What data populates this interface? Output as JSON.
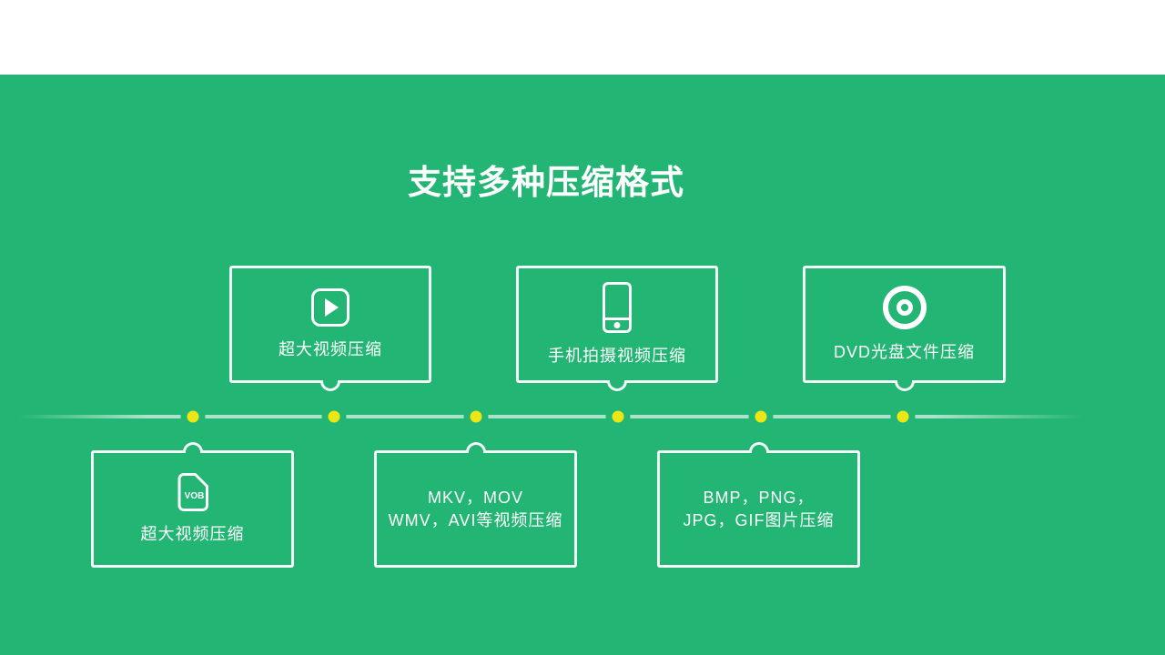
{
  "slide": {
    "title": "支持多种压缩格式"
  },
  "colors": {
    "background_green": "#22b573",
    "top_strip_white": "#ffffff",
    "box_border_white": "rgba(255,255,255,0.95)",
    "timeline_line": "rgba(255,255,255,0.62)",
    "timeline_dot_yellow": "#ece614",
    "text_white": "#ffffff"
  },
  "top_row": [
    {
      "icon": "play-video-icon",
      "label": "超大视频压缩"
    },
    {
      "icon": "smartphone-icon",
      "label": "手机拍摄视频压缩"
    },
    {
      "icon": "dvd-disc-icon",
      "label": "DVD光盘文件压缩"
    }
  ],
  "bottom_row": [
    {
      "icon": "vob-file-icon",
      "icon_text": "VOB",
      "label": "超大视频压缩"
    },
    {
      "icon": "",
      "line1": "MKV，MOV",
      "line2": "WMV，AVI等视频压缩"
    },
    {
      "icon": "",
      "line1": "BMP，PNG，",
      "line2": "JPG，GIF图片压缩"
    }
  ],
  "timeline": {
    "dot_count": "6"
  }
}
